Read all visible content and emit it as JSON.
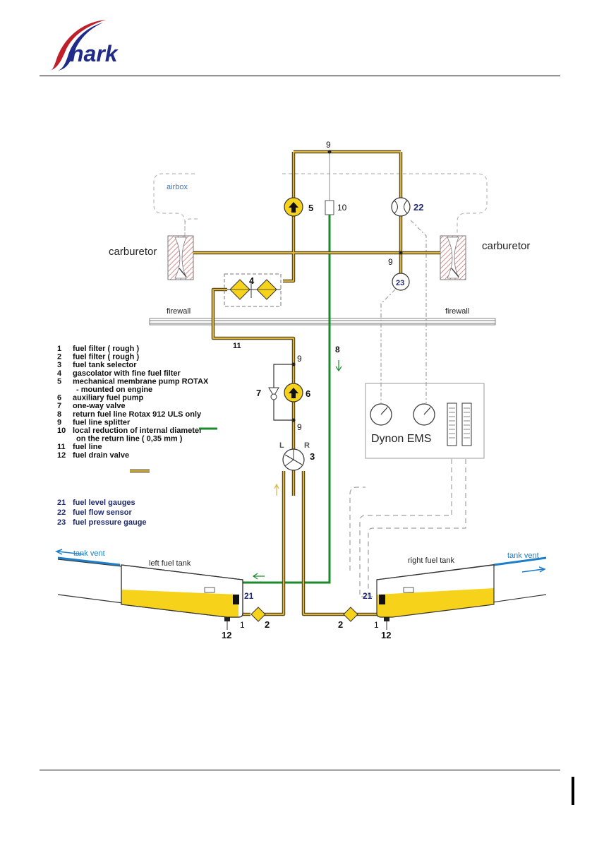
{
  "header": {
    "logo_text": "hark",
    "logo_brand": "Shark"
  },
  "diagram": {
    "colors": {
      "fuel_line_outer": "#5c4a1a",
      "fuel_line_inner": "#d8b440",
      "return_line": "#1a8a2a",
      "fuel_yellow": "#f6d21a",
      "dark_label": "#1f2a6e",
      "vent_blue": "#1e7ec8",
      "dashed_gray": "#a0a0a0"
    },
    "labels": {
      "airbox": "airbox",
      "carb_left": "carburetor",
      "carb_right": "carburetor",
      "firewall_left": "firewall",
      "firewall_right": "firewall",
      "dynon": "Dynon EMS",
      "left_tank": "left fuel tank",
      "right_tank": "right fuel tank",
      "vent_left": "tank vent",
      "vent_right": "tank vent",
      "L": "L",
      "R": "R",
      "n1a": "1",
      "n1b": "1",
      "n2a": "2",
      "n2b": "2",
      "n3": "3",
      "n4": "4",
      "n5": "5",
      "n6": "6",
      "n7": "7",
      "n8": "8",
      "n9a": "9",
      "n9b": "9",
      "n9c": "9",
      "n9d": "9",
      "n10": "10",
      "n11": "11",
      "n12a": "12",
      "n12b": "12",
      "n21a": "21",
      "n21b": "21",
      "n22": "22",
      "n23": "23"
    },
    "legend": [
      {
        "num": "1",
        "text": "fuel filter ( rough )"
      },
      {
        "num": "2",
        "text": "fuel filter ( rough )"
      },
      {
        "num": "3",
        "text": "fuel tank selector"
      },
      {
        "num": "4",
        "text": "gascolator with fine fuel filter"
      },
      {
        "num": "5",
        "text": "mechanical membrane pump ROTAX"
      },
      {
        "num": "",
        "text": "- mounted on engine"
      },
      {
        "num": "6",
        "text": "auxiliary fuel pump"
      },
      {
        "num": "7",
        "text": "one-way valve"
      },
      {
        "num": "8",
        "text": "return fuel line   Rotax 912 ULS only"
      },
      {
        "num": "9",
        "text": "fuel line splitter"
      },
      {
        "num": "10",
        "text": "local reduction of internal diameter"
      },
      {
        "num": "",
        "text": "on the return line      ( 0,35 mm )"
      },
      {
        "num": "11",
        "text": "fuel line"
      },
      {
        "num": "12",
        "text": "fuel drain valve"
      }
    ],
    "legend_gauges": [
      {
        "num": "21",
        "text": "fuel level gauges"
      },
      {
        "num": "22",
        "text": "fuel flow sensor"
      },
      {
        "num": "23",
        "text": "fuel pressure gauge"
      }
    ]
  }
}
